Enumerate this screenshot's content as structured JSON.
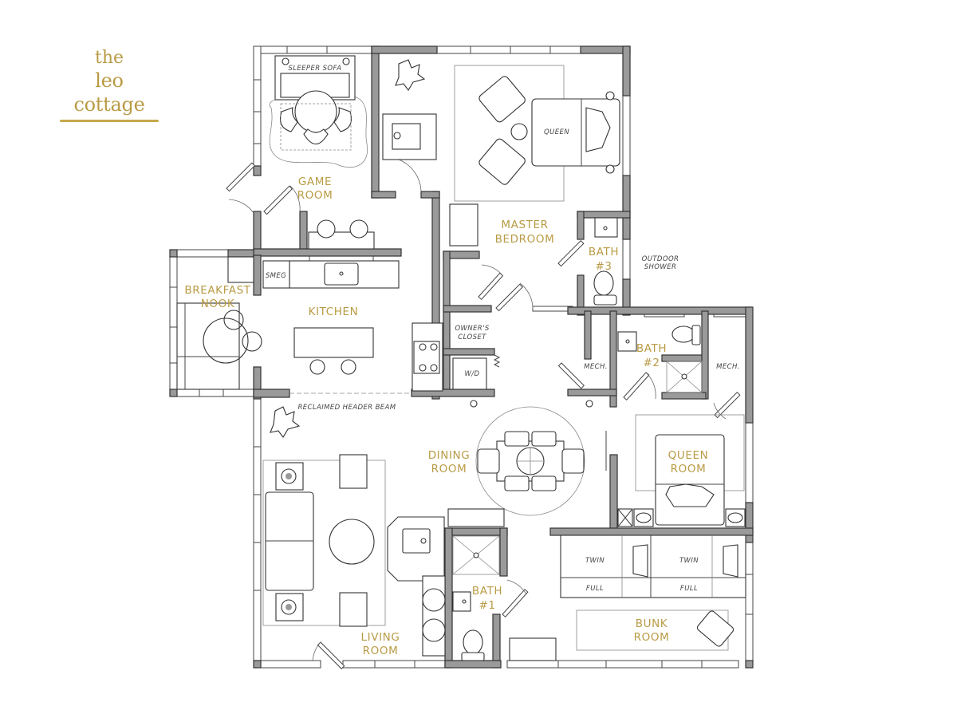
{
  "brand": {
    "line1": "the",
    "line2": "leo cottage",
    "color": "#b99b45"
  },
  "rooms": {
    "game_room": {
      "l1": "GAME",
      "l2": "ROOM"
    },
    "master_bedroom": {
      "l1": "MASTER",
      "l2": "BEDROOM"
    },
    "bath3": {
      "l1": "BATH",
      "l2": "#3"
    },
    "breakfast_nook": {
      "l1": "BREAKFAST",
      "l2": "NOOK"
    },
    "kitchen": {
      "l1": "KITCHEN"
    },
    "bath2": {
      "l1": "BATH",
      "l2": "#2"
    },
    "dining_room": {
      "l1": "DINING",
      "l2": "ROOM"
    },
    "queen_room": {
      "l1": "QUEEN",
      "l2": "ROOM"
    },
    "living_room": {
      "l1": "LIVING",
      "l2": "ROOM"
    },
    "bath1": {
      "l1": "BATH",
      "l2": "#1"
    },
    "bunk_room": {
      "l1": "BUNK",
      "l2": "ROOM"
    }
  },
  "notes": {
    "sleeper_sofa": "SLEEPER SOFA",
    "queen_bed": "QUEEN",
    "outdoor_shower_1": "OUTDOOR",
    "outdoor_shower_2": "SHOWER",
    "smeg": "SMEG",
    "owners_closet_1": "OWNER'S",
    "owners_closet_2": "CLOSET",
    "wd": "W/D",
    "mech_left": "MECH.",
    "mech_right": "MECH.",
    "header_beam": "RECLAIMED HEADER BEAM",
    "twin_1": "TWIN",
    "twin_2": "TWIN",
    "full_1": "FULL",
    "full_2": "FULL"
  },
  "colors": {
    "label_gold": "#b99b45",
    "wall_gray": "#9a9a9a",
    "line_dark": "#333333"
  }
}
